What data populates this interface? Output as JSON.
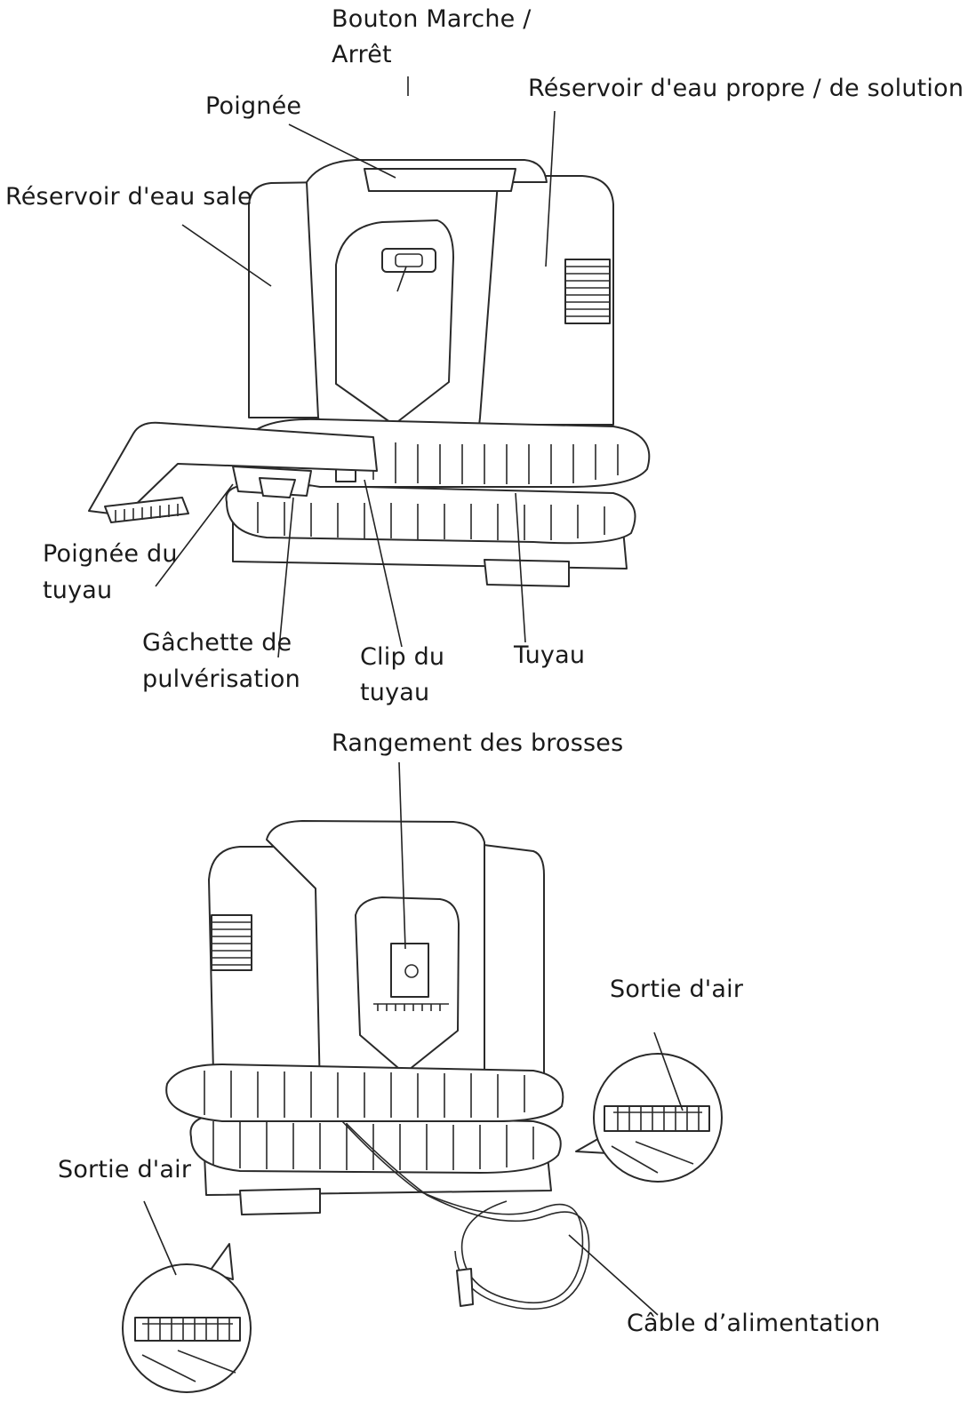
{
  "top_figure": {
    "labels": {
      "power_button_line1": "Bouton Marche /",
      "power_button_line2": "Arrêt",
      "handle": "Poignée",
      "clean_tank": "Réservoir d'eau propre / de solution",
      "dirty_tank": "Réservoir d'eau sale",
      "hose_handle_line1": "Poignée du",
      "hose_handle_line2": "tuyau",
      "spray_trigger_line1": "Gâchette de",
      "spray_trigger_line2": "pulvérisation",
      "hose_clip_line1": "Clip du",
      "hose_clip_line2": "tuyau",
      "hose": "Tuyau"
    }
  },
  "bottom_figure": {
    "labels": {
      "brush_storage": "Rangement des brosses",
      "air_outlet_right": "Sortie d'air",
      "air_outlet_left": "Sortie d'air",
      "power_cable": "Câble d’alimentation"
    }
  }
}
